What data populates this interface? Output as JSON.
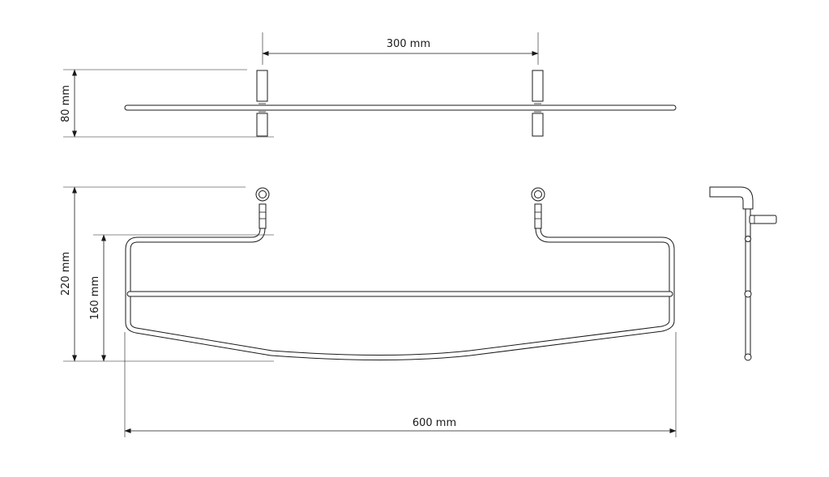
{
  "dimensions": {
    "bracket_spacing": "300 mm",
    "depth_top_view": "80 mm",
    "overall_height": "220 mm",
    "front_height": "160 mm",
    "overall_width": "600 mm"
  }
}
